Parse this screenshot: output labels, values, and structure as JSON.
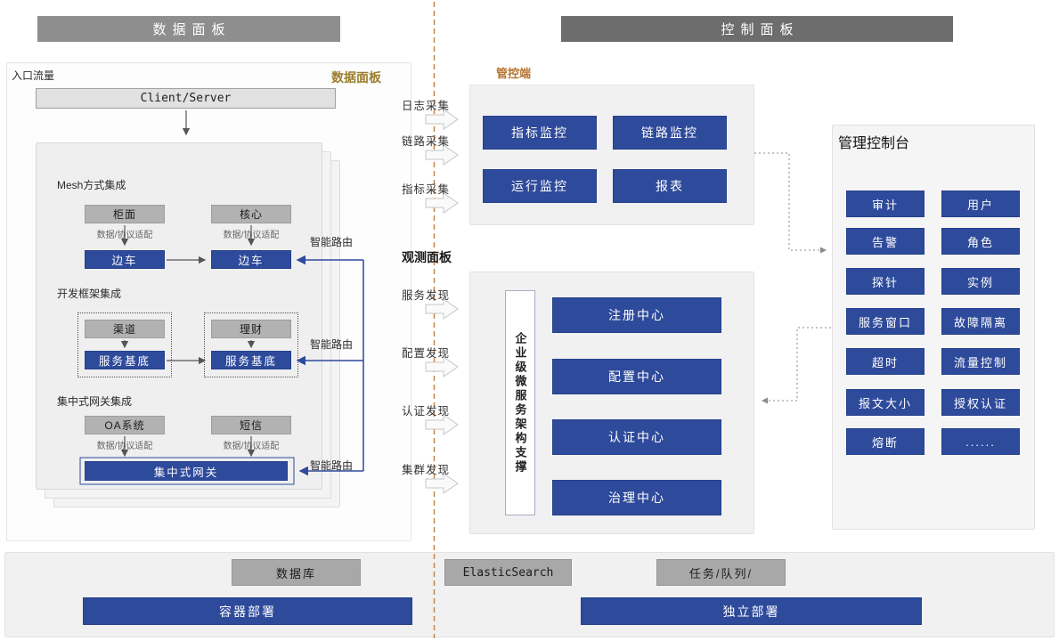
{
  "headers": {
    "data_panel": "数据面板",
    "control_panel": "控制面板"
  },
  "left": {
    "entry_label": "入口流量",
    "panel_tag": "数据面板",
    "client_server": "Client/Server",
    "smart_route": "智能路由",
    "sections": {
      "mesh": {
        "title": "Mesh方式集成",
        "boxes": [
          "柜面",
          "核心"
        ],
        "adapter": "数据/协议适配",
        "sidecar": "边车"
      },
      "framework": {
        "title": "开发框架集成",
        "boxes": [
          "渠道",
          "理财"
        ],
        "base": "服务基底"
      },
      "gateway": {
        "title": "集中式网关集成",
        "boxes": [
          "OA系统",
          "短信"
        ],
        "adapter": "数据/协议适配",
        "gateway": "集中式网关"
      }
    }
  },
  "middle": {
    "collect": [
      "日志采集",
      "链路采集",
      "指标采集"
    ],
    "observe": "观测面板",
    "discover": [
      "服务发现",
      "配置发现",
      "认证发现",
      "集群发现"
    ]
  },
  "right": {
    "control_tag": "管控端",
    "monitors": [
      "指标监控",
      "链路监控",
      "运行监控",
      "报表"
    ],
    "support_label": "企业级微服务架构支撑",
    "centers": [
      "注册中心",
      "配置中心",
      "认证中心",
      "治理中心"
    ],
    "console": {
      "title": "管理控制台",
      "items": [
        "审计",
        "用户",
        "告警",
        "角色",
        "探针",
        "实例",
        "服务窗口",
        "故障隔离",
        "超时",
        "流量控制",
        "报文大小",
        "授权认证",
        "熔断",
        "......"
      ]
    }
  },
  "bottom": {
    "stores": [
      "数据库",
      "ElasticSearch",
      "任务/队列/"
    ],
    "deploys": [
      "容器部署",
      "独立部署"
    ]
  },
  "colors": {
    "primary_blue": "#2e4a9b",
    "accent_gold": "#9b7d2d",
    "accent_orange": "#c5854b",
    "divider_orange": "#c5854b"
  }
}
